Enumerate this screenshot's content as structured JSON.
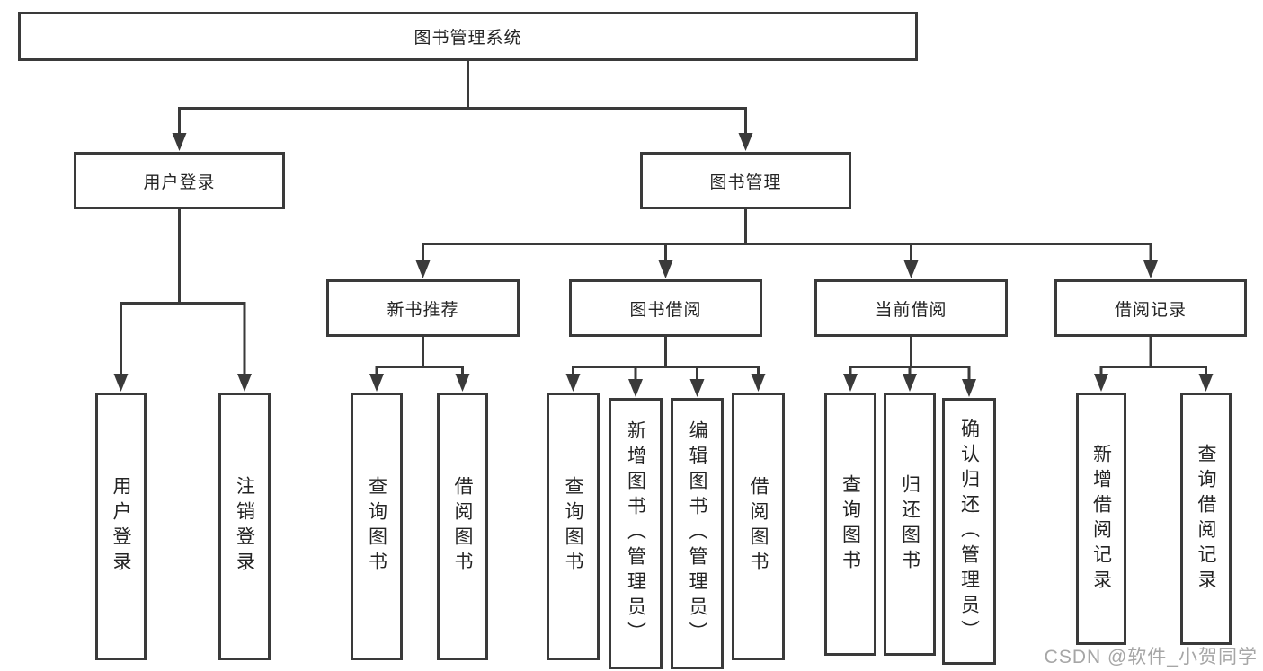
{
  "diagram": {
    "title": "图书管理系统",
    "kind": "hierarchy-tree",
    "orientation": "top-down"
  },
  "tree": {
    "root": "图书管理系统",
    "children": [
      {
        "label": "用户登录",
        "children": [
          {
            "label": "用户登录"
          },
          {
            "label": "注销登录"
          }
        ]
      },
      {
        "label": "图书管理",
        "children": [
          {
            "label": "新书推荐",
            "children": [
              {
                "label": "查询图书"
              },
              {
                "label": "借阅图书"
              }
            ]
          },
          {
            "label": "图书借阅",
            "children": [
              {
                "label": "查询图书"
              },
              {
                "label": "新增图书（管理员）"
              },
              {
                "label": "编辑图书（管理员）"
              },
              {
                "label": "借阅图书"
              }
            ]
          },
          {
            "label": "当前借阅",
            "children": [
              {
                "label": "查询图书"
              },
              {
                "label": "归还图书"
              },
              {
                "label": "确认归还（管理员）"
              }
            ]
          },
          {
            "label": "借阅记录",
            "children": [
              {
                "label": "新增借阅记录"
              },
              {
                "label": "查询借阅记录"
              }
            ]
          }
        ]
      }
    ]
  },
  "watermark": "CSDN @软件_小贺同学",
  "colors": {
    "line": "#3a3a3a",
    "text": "#242424",
    "watermark": "#a6a6a6",
    "background": "#ffffff"
  }
}
